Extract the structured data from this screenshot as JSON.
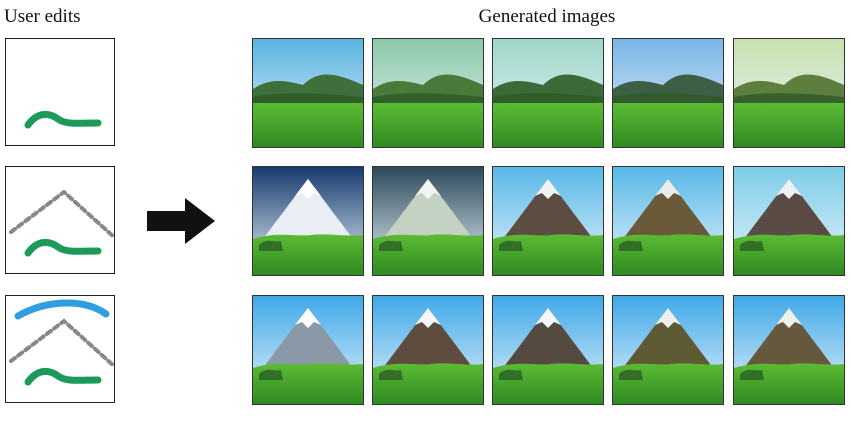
{
  "figure": {
    "left_heading": "User edits",
    "right_heading": "Generated images"
  },
  "colors": {
    "stroke_green": "#1b9a5a",
    "stroke_blue": "#2f9fe0",
    "stroke_gray": "#888888",
    "arrow": "#111111",
    "grass": "#3da82a",
    "sky": "#4fb3e6"
  },
  "edits": [
    {
      "strokes": [
        "green-grass-line"
      ]
    },
    {
      "strokes": [
        "gray-dotted-mountain",
        "green-grass-line"
      ]
    },
    {
      "strokes": [
        "blue-sky-line",
        "gray-dotted-mountain",
        "green-grass-line"
      ]
    }
  ],
  "generated_rows": [
    {
      "tiles": [
        {
          "scene": "hills",
          "sky": "#5ab3e0",
          "hill": "#3f6f3a"
        },
        {
          "scene": "hills",
          "sky": "#8cc8a8",
          "hill": "#4a7a3a"
        },
        {
          "scene": "hills",
          "sky": "#9fd6c8",
          "hill": "#3c6a36"
        },
        {
          "scene": "hills",
          "sky": "#78b4e6",
          "hill": "#3d5f46"
        },
        {
          "scene": "hills",
          "sky": "#c8e0b0",
          "hill": "#5d7e3c"
        }
      ]
    },
    {
      "tiles": [
        {
          "scene": "mountain",
          "sky": "#173a6e",
          "mountain": "#e8eef4",
          "peak": "#ffffff"
        },
        {
          "scene": "mountain",
          "sky": "#2c4a5a",
          "mountain": "#c4d2c4",
          "peak": "#f2f4f0"
        },
        {
          "scene": "mountain",
          "sky": "#57b8e8",
          "mountain": "#5d4c42",
          "peak": "#f0f4f6"
        },
        {
          "scene": "mountain",
          "sky": "#57b8e8",
          "mountain": "#6a5a3a",
          "peak": "#e8ecea"
        },
        {
          "scene": "mountain",
          "sky": "#7dcce8",
          "mountain": "#5a4c44",
          "peak": "#eef2f2"
        }
      ]
    },
    {
      "tiles": [
        {
          "scene": "mountain",
          "sky": "#3fa8e8",
          "mountain": "#8a98a8",
          "peak": "#ffffff"
        },
        {
          "scene": "mountain",
          "sky": "#3fa8e8",
          "mountain": "#5e4c3e",
          "peak": "#f4f6f8"
        },
        {
          "scene": "mountain",
          "sky": "#3fa8e8",
          "mountain": "#554a40",
          "peak": "#f4f6f8"
        },
        {
          "scene": "mountain",
          "sky": "#3fa8e8",
          "mountain": "#5e5a34",
          "peak": "#eef0ee"
        },
        {
          "scene": "mountain",
          "sky": "#3fa8e8",
          "mountain": "#66583c",
          "peak": "#eef0ee"
        }
      ]
    }
  ]
}
